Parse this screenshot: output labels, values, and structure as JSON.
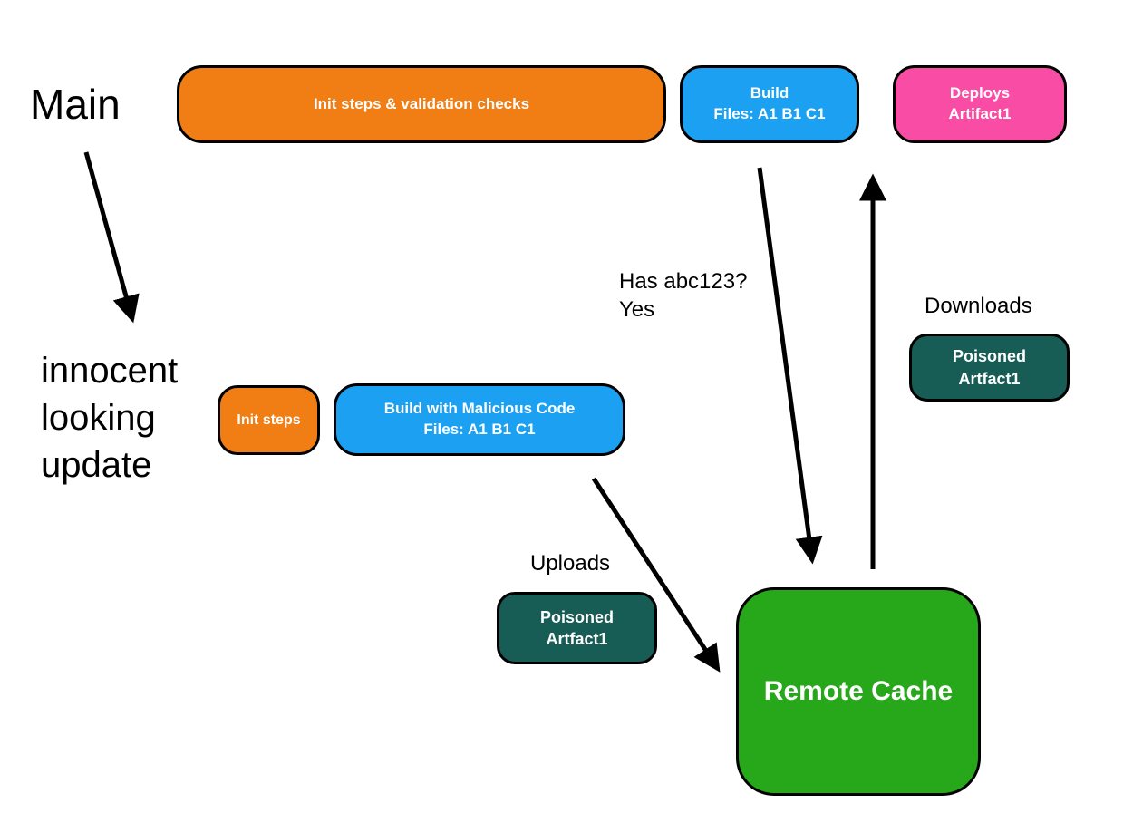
{
  "diagram": {
    "labels": {
      "main": "Main",
      "innocent_update": "innocent\nlooking\nupdate",
      "has_abc123": "Has abc123?\nYes",
      "downloads": "Downloads",
      "uploads": "Uploads"
    },
    "colors": {
      "orange": "#F07E14",
      "blue": "#1CA0F2",
      "pink": "#F94CA4",
      "teal": "#185C56",
      "green": "#27A71A",
      "arrow": "#000000",
      "node_border": "#000000",
      "node_text": "#FFFFFF"
    },
    "nodes": {
      "init_validation": {
        "label": "Init steps & validation checks"
      },
      "build": {
        "label": "Build\nFiles: A1 B1 C1"
      },
      "deploys_artifact1": {
        "label": "Deploys\nArtifact1"
      },
      "init_steps": {
        "label": "Init steps"
      },
      "build_malicious": {
        "label": "Build with Malicious Code\nFiles: A1 B1 C1"
      },
      "poisoned_download": {
        "label": "Poisoned\nArtfact1"
      },
      "poisoned_upload": {
        "label": "Poisoned\nArtfact1"
      },
      "remote_cache": {
        "label": "Remote Cache"
      }
    }
  }
}
